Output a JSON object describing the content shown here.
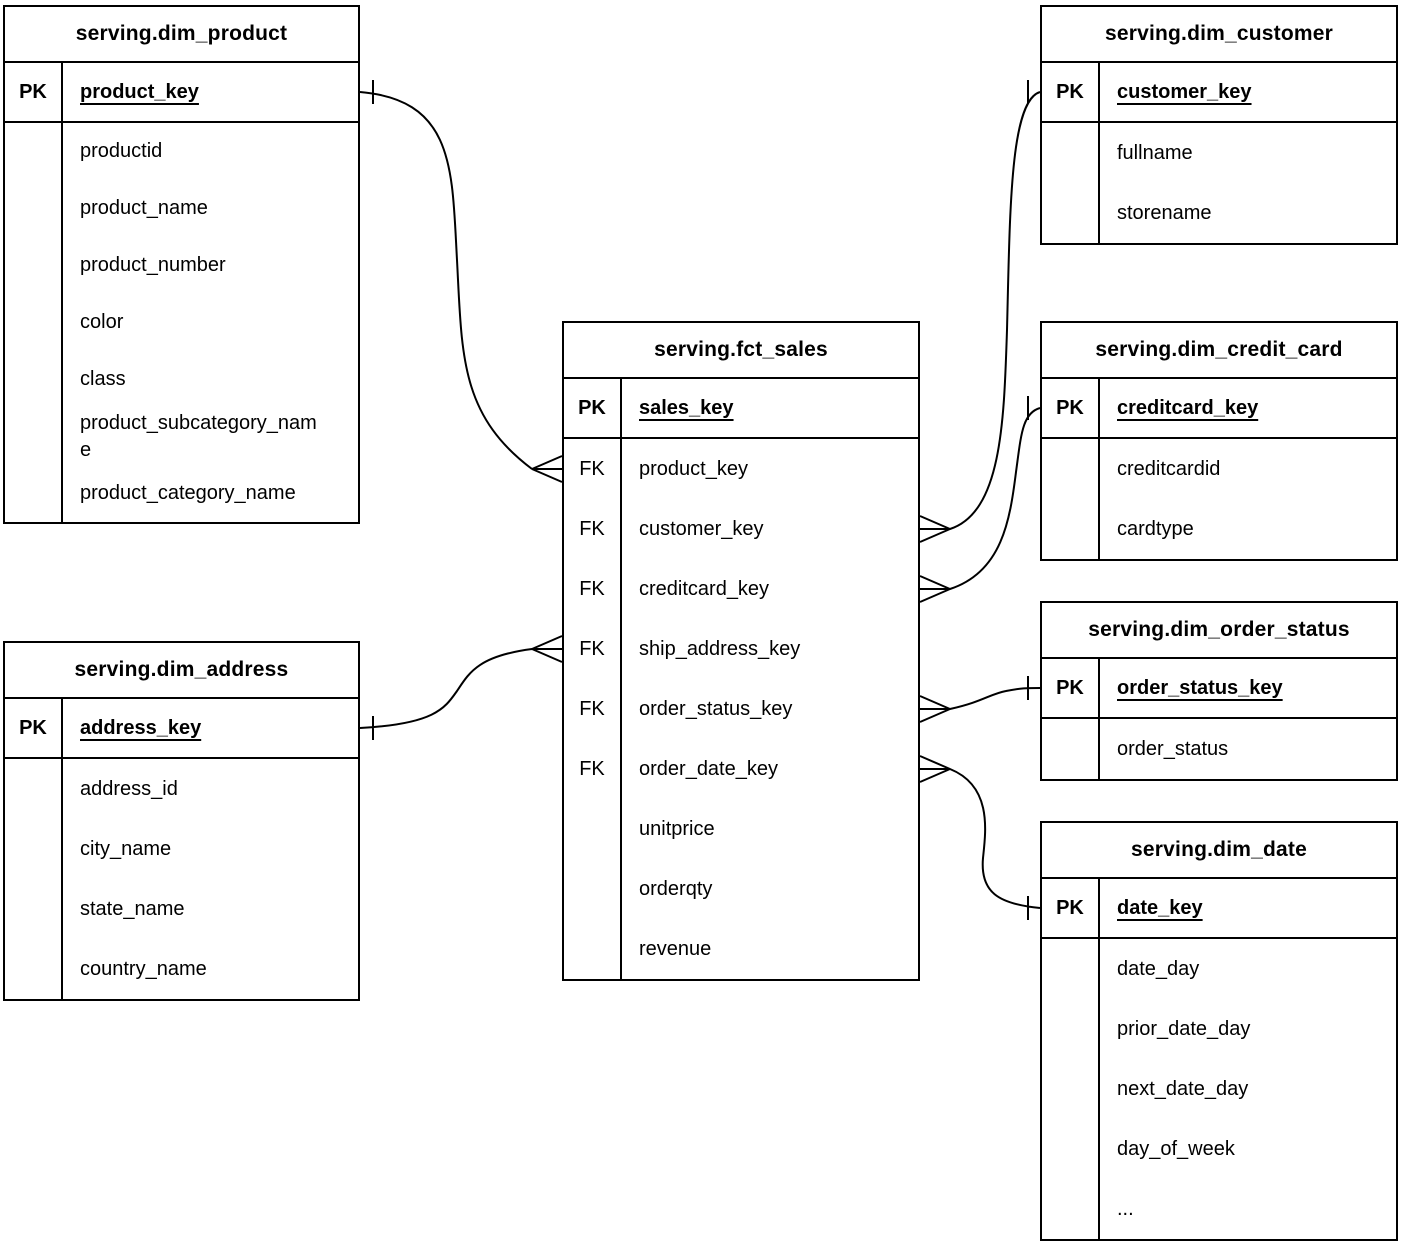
{
  "colors": {
    "line": "#000000",
    "background": "#ffffff",
    "text": "#000000"
  },
  "tables": {
    "dim_product": {
      "title": "serving.dim_product",
      "pk": {
        "key": "PK",
        "name": "product_key"
      },
      "fields": [
        {
          "key": "",
          "name": "productid"
        },
        {
          "key": "",
          "name": "product_name"
        },
        {
          "key": "",
          "name": "product_number"
        },
        {
          "key": "",
          "name": "color"
        },
        {
          "key": "",
          "name": "class"
        },
        {
          "key": "",
          "name": "product_subcategory_name"
        },
        {
          "key": "",
          "name": "product_category_name"
        }
      ]
    },
    "dim_customer": {
      "title": "serving.dim_customer",
      "pk": {
        "key": "PK",
        "name": "customer_key"
      },
      "fields": [
        {
          "key": "",
          "name": "fullname"
        },
        {
          "key": "",
          "name": "storename"
        }
      ]
    },
    "fct_sales": {
      "title": "serving.fct_sales",
      "pk": {
        "key": "PK",
        "name": "sales_key"
      },
      "fields": [
        {
          "key": "FK",
          "name": "product_key"
        },
        {
          "key": "FK",
          "name": "customer_key"
        },
        {
          "key": "FK",
          "name": "creditcard_key"
        },
        {
          "key": "FK",
          "name": "ship_address_key"
        },
        {
          "key": "FK",
          "name": "order_status_key"
        },
        {
          "key": "FK",
          "name": "order_date_key"
        },
        {
          "key": "",
          "name": "unitprice"
        },
        {
          "key": "",
          "name": "orderqty"
        },
        {
          "key": "",
          "name": "revenue"
        }
      ]
    },
    "dim_credit_card": {
      "title": "serving.dim_credit_card",
      "pk": {
        "key": "PK",
        "name": "creditcard_key"
      },
      "fields": [
        {
          "key": "",
          "name": "creditcardid"
        },
        {
          "key": "",
          "name": "cardtype"
        }
      ]
    },
    "dim_order_status": {
      "title": "serving.dim_order_status",
      "pk": {
        "key": "PK",
        "name": "order_status_key"
      },
      "fields": [
        {
          "key": "",
          "name": "order_status"
        }
      ]
    },
    "dim_date": {
      "title": "serving.dim_date",
      "pk": {
        "key": "PK",
        "name": "date_key"
      },
      "fields": [
        {
          "key": "",
          "name": "date_day"
        },
        {
          "key": "",
          "name": "prior_date_day"
        },
        {
          "key": "",
          "name": "next_date_day"
        },
        {
          "key": "",
          "name": "day_of_week"
        },
        {
          "key": "",
          "name": "..."
        }
      ]
    },
    "dim_address": {
      "title": "serving.dim_address",
      "pk": {
        "key": "PK",
        "name": "address_key"
      },
      "fields": [
        {
          "key": "",
          "name": "address_id"
        },
        {
          "key": "",
          "name": "city_name"
        },
        {
          "key": "",
          "name": "state_name"
        },
        {
          "key": "",
          "name": "country_name"
        }
      ]
    }
  },
  "relationships": [
    {
      "from_table": "serving.fct_sales",
      "from_field": "product_key",
      "to_table": "serving.dim_product",
      "to_field": "product_key",
      "cardinality": "many-to-one"
    },
    {
      "from_table": "serving.fct_sales",
      "from_field": "customer_key",
      "to_table": "serving.dim_customer",
      "to_field": "customer_key",
      "cardinality": "many-to-one"
    },
    {
      "from_table": "serving.fct_sales",
      "from_field": "creditcard_key",
      "to_table": "serving.dim_credit_card",
      "to_field": "creditcard_key",
      "cardinality": "many-to-one"
    },
    {
      "from_table": "serving.fct_sales",
      "from_field": "ship_address_key",
      "to_table": "serving.dim_address",
      "to_field": "address_key",
      "cardinality": "many-to-one"
    },
    {
      "from_table": "serving.fct_sales",
      "from_field": "order_status_key",
      "to_table": "serving.dim_order_status",
      "to_field": "order_status_key",
      "cardinality": "many-to-one"
    },
    {
      "from_table": "serving.fct_sales",
      "from_field": "order_date_key",
      "to_table": "serving.dim_date",
      "to_field": "date_key",
      "cardinality": "many-to-one"
    }
  ]
}
